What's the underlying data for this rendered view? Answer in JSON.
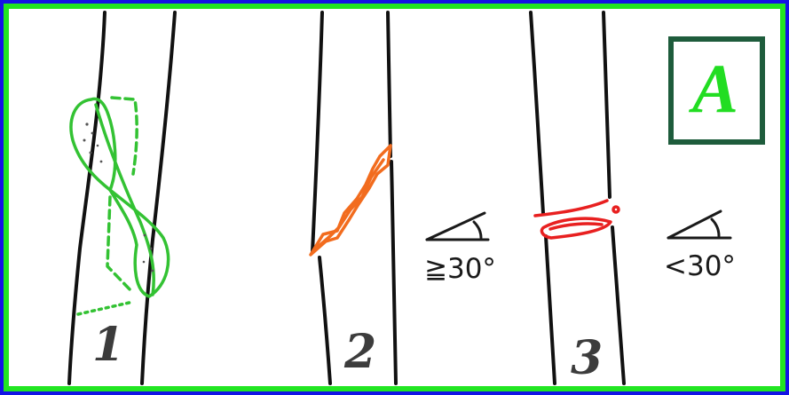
{
  "panel": {
    "letter": "A"
  },
  "fractures": [
    {
      "number": "1",
      "color": "#33c233"
    },
    {
      "number": "2",
      "color": "#f26c1e",
      "angle_label": "≧30°"
    },
    {
      "number": "3",
      "color": "#e82020",
      "angle_label": "<30°"
    }
  ],
  "colors": {
    "frame_outer": "#1414e6",
    "frame_inner": "#22e622",
    "panel_border": "#1e5c3c",
    "panel_letter": "#22dd22",
    "bone_line": "#111111",
    "label_text": "#3c3c3c"
  }
}
